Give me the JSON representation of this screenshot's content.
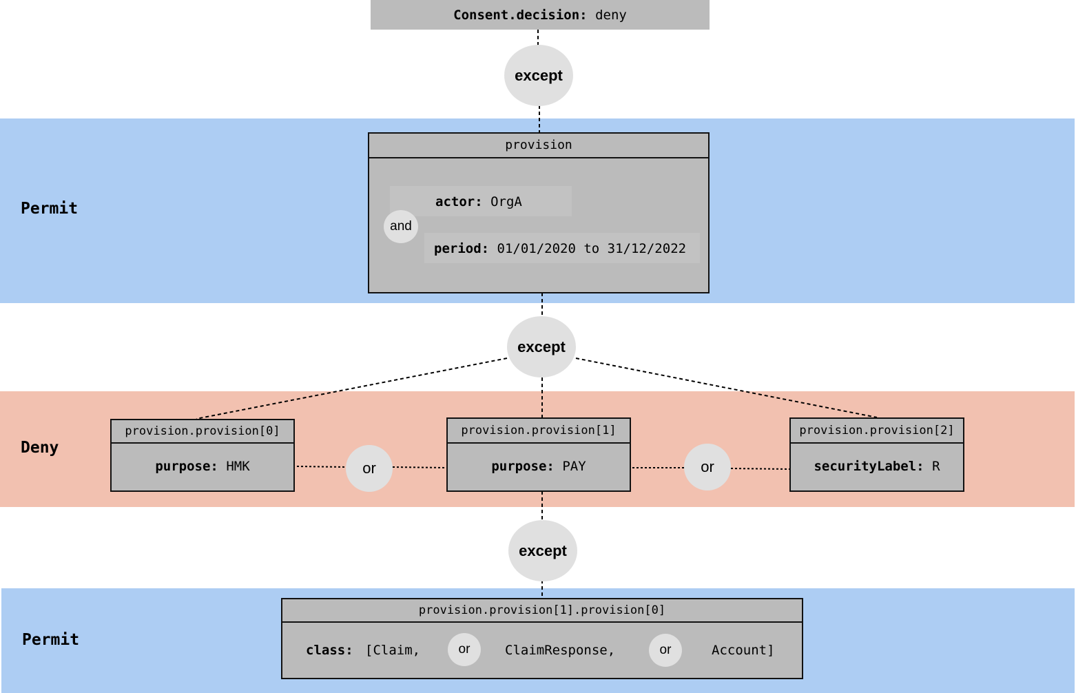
{
  "consent": {
    "field": "Consent.decision:",
    "value": "deny"
  },
  "operators": {
    "except": "except",
    "and": "and",
    "or": "or"
  },
  "bands": {
    "permit_top": "Permit",
    "deny": "Deny",
    "permit_bottom": "Permit"
  },
  "provision": {
    "header": "provision",
    "actor_key": "actor:",
    "actor_value": "OrgA",
    "period_key": "period:",
    "period_value": "01/01/2020 to 31/12/2022"
  },
  "sub": [
    {
      "header": "provision.provision[0]",
      "key": "purpose:",
      "value": "HMK"
    },
    {
      "header": "provision.provision[1]",
      "key": "purpose:",
      "value": "PAY"
    },
    {
      "header": "provision.provision[2]",
      "key": "securityLabel:",
      "value": "R"
    }
  ],
  "nested": {
    "header": "provision.provision[1].provision[0]",
    "key": "class:",
    "items": [
      "[Claim,",
      "ClaimResponse,",
      "Account]"
    ]
  }
}
